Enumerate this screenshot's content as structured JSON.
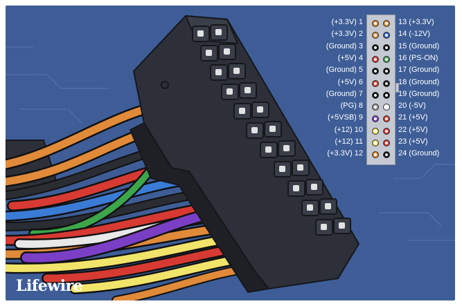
{
  "brand": {
    "logo_text": "Lifewire"
  },
  "colors": {
    "background": "#3e5d97",
    "connector": "#2d3038",
    "chart_bg": "#c5cad2"
  },
  "pinout": {
    "left": [
      {
        "label": "(+3.3V) 1",
        "color": "#e0893a"
      },
      {
        "label": "(+3.3V) 2",
        "color": "#e0893a"
      },
      {
        "label": "(Ground) 3",
        "color": "#111111"
      },
      {
        "label": "(+5V) 4",
        "color": "#d73a32"
      },
      {
        "label": "(Ground) 5",
        "color": "#111111"
      },
      {
        "label": "(+5V) 6",
        "color": "#d73a32"
      },
      {
        "label": "(Ground) 7",
        "color": "#111111"
      },
      {
        "label": "(PG) 8",
        "color": "#9a9a9a"
      },
      {
        "label": "(+5VSB) 9",
        "color": "#7b3fc6"
      },
      {
        "label": "(+12) 10",
        "color": "#f1e46a"
      },
      {
        "label": "(+12) 11",
        "color": "#f1e46a"
      },
      {
        "label": "(+3.3V) 12",
        "color": "#e0893a"
      }
    ],
    "right": [
      {
        "label": "13 (+3.3V)",
        "color": "#e0893a"
      },
      {
        "label": "14 (-12V)",
        "color": "#2f63c9"
      },
      {
        "label": "15 (Ground)",
        "color": "#111111"
      },
      {
        "label": "16 (PS-ON)",
        "color": "#3da64b"
      },
      {
        "label": "17 (Ground)",
        "color": "#111111"
      },
      {
        "label": "18 (Ground)",
        "color": "#111111"
      },
      {
        "label": "19 (Ground)",
        "color": "#111111"
      },
      {
        "label": "20 (-5V)",
        "color": "#ffffff"
      },
      {
        "label": "21 (+5V)",
        "color": "#d73a32"
      },
      {
        "label": "22 (+5V)",
        "color": "#d73a32"
      },
      {
        "label": "23 (+5V)",
        "color": "#d73a32"
      },
      {
        "label": "24 (Ground)",
        "color": "#111111"
      }
    ]
  }
}
